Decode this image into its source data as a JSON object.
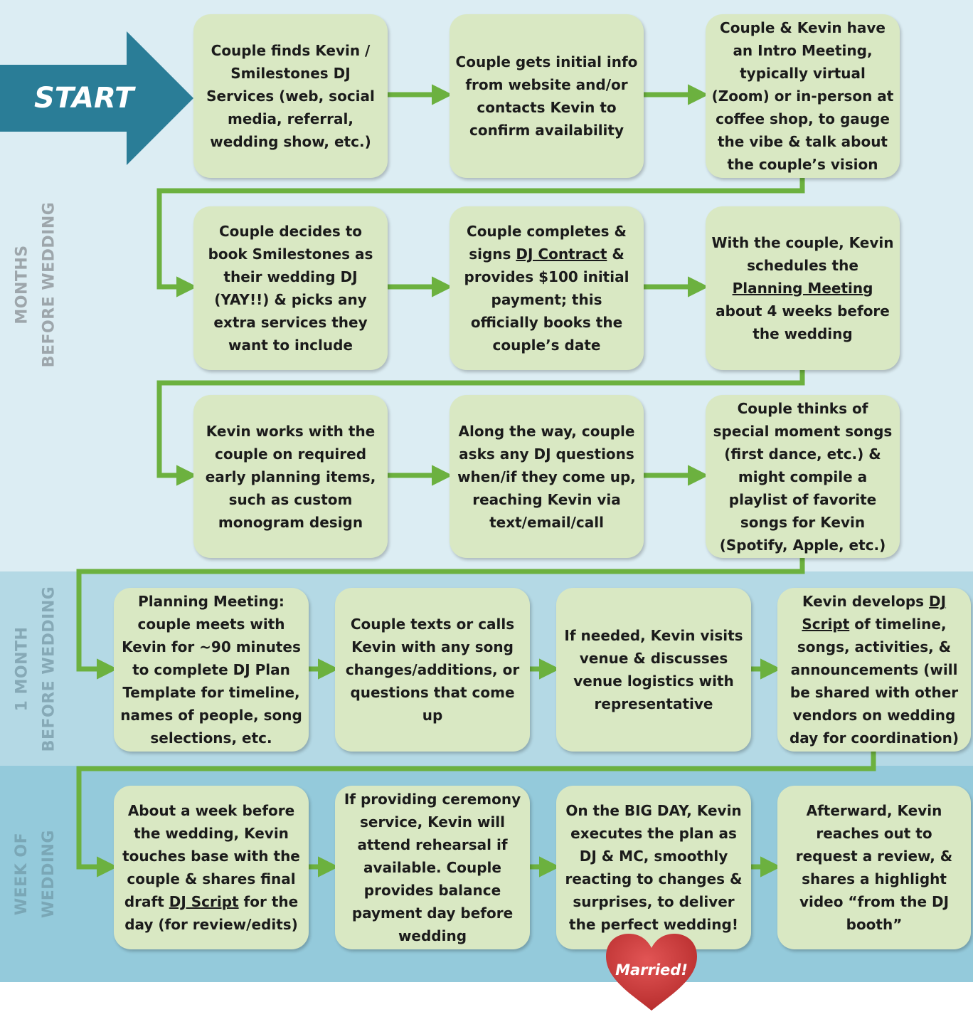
{
  "start_label": "START",
  "married_label": "Married!",
  "sections": {
    "months": {
      "line1": "MONTHS",
      "line2": "BEFORE WEDDING"
    },
    "month1": {
      "line1": "1 MONTH",
      "line2": "BEFORE WEDDING"
    },
    "week": {
      "line1": "WEEK OF",
      "line2": "WEDDING"
    }
  },
  "colors": {
    "box_fill": "#d9e8c3",
    "arrow_green": "#6cb13f",
    "start_arrow": "#2a7d97",
    "heart_red": "#cc3333",
    "band_months": "#dcedf3",
    "band_month1": "#b4d9e5",
    "band_week": "#94cadb"
  },
  "steps": {
    "s1": {
      "text": "Couple finds Kevin / Smilestones DJ Services (web, social media, referral, wedding show, etc.)"
    },
    "s2": {
      "text": "Couple gets initial info from website and/or contacts Kevin to confirm availability"
    },
    "s3": {
      "text": "Couple & Kevin have an Intro Meeting, typically virtual (Zoom) or in-person at coffee shop, to gauge the vibe & talk about the couple’s vision"
    },
    "s4": {
      "text": "Couple decides to book Smilestones as their wedding DJ (YAY!!) & picks any extra services they want to include"
    },
    "s5": {
      "before": "Couple completes & signs ",
      "link": "DJ Contract",
      "after": " & provides $100 initial payment; this officially books the couple’s date"
    },
    "s6": {
      "before": "With the couple, Kevin schedules the ",
      "link": "Planning Meeting",
      "after": " about 4 weeks before the wedding"
    },
    "s7": {
      "text": "Kevin works with the couple on required early planning items, such as custom monogram design"
    },
    "s8": {
      "text": "Along the way, couple asks any DJ questions when/if they come up, reaching Kevin via text/email/call"
    },
    "s9": {
      "text": "Couple thinks of special moment songs (first dance, etc.) & might compile a playlist of favorite songs for Kevin (Spotify, Apple, etc.)"
    },
    "s10": {
      "text": "Planning Meeting: couple meets with Kevin for ~90 minutes to complete DJ Plan Template for timeline, names of people, song selections, etc."
    },
    "s11": {
      "text": "Couple texts or calls Kevin with any song changes/additions, or questions that come up"
    },
    "s12": {
      "text": "If needed, Kevin visits venue & discusses venue logistics with representative"
    },
    "s13": {
      "before": "Kevin develops ",
      "link": "DJ Script",
      "after": " of timeline, songs, activities, & announcements (will be shared with other vendors on wedding day for coordination)"
    },
    "s14": {
      "before": "About a week before the wedding, Kevin touches base with the couple & shares final draft ",
      "link": "DJ Script",
      "after": " for the day (for review/edits)"
    },
    "s15": {
      "text": "If providing ceremony service, Kevin will attend rehearsal if available. Couple provides balance payment day before wedding"
    },
    "s16": {
      "text": "On the BIG DAY, Kevin executes the plan as DJ & MC, smoothly reacting to changes & surprises, to deliver the perfect wedding!"
    },
    "s17": {
      "text": "Afterward, Kevin reaches out to request a review, & shares a highlight video “from the DJ booth”"
    }
  }
}
